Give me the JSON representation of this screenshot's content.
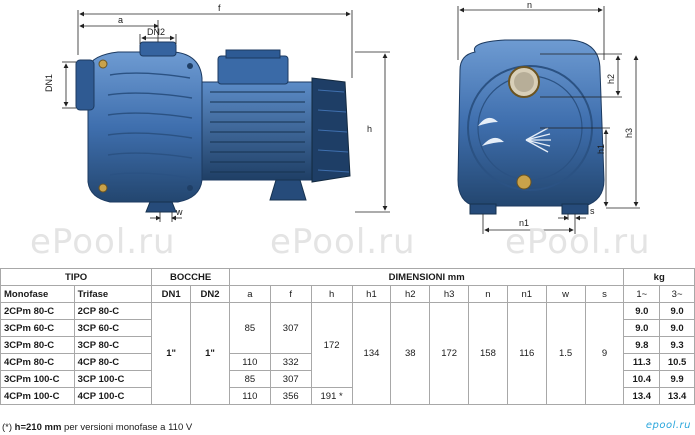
{
  "watermarks": [
    "ePool.ru",
    "ePool.ru",
    "ePool.ru"
  ],
  "dimension_labels": {
    "f": "f",
    "a": "a",
    "dn2": "DN2",
    "dn1": "DN1",
    "h": "h",
    "w": "w",
    "n": "n",
    "h2": "h2",
    "h3": "h3",
    "h1": "h1",
    "s": "s",
    "n1": "n1"
  },
  "table": {
    "group_headers": {
      "tipo": "TIPO",
      "bocche": "BOCCHE",
      "dimensioni": "DIMENSIONI mm",
      "kg": "kg"
    },
    "sub_headers": {
      "monofase": "Monofase",
      "trifase": "Trifase",
      "dn1": "DN1",
      "dn2": "DN2",
      "a": "a",
      "f": "f",
      "h": "h",
      "h1": "h1",
      "h2": "h2",
      "h3": "h3",
      "n": "n",
      "n1": "n1",
      "w": "w",
      "s": "s",
      "kg1": "1~",
      "kg3": "3~"
    },
    "rows": [
      {
        "mono": "2CPm 80-C",
        "tri": "2CP 80-C",
        "kg1": "9.0",
        "kg3": "9.0"
      },
      {
        "mono": "3CPm 60-C",
        "tri": "3CP 60-C",
        "kg1": "9.0",
        "kg3": "9.0"
      },
      {
        "mono": "3CPm 80-C",
        "tri": "3CP 80-C",
        "kg1": "9.8",
        "kg3": "9.3"
      },
      {
        "mono": "4CPm 80-C",
        "tri": "4CP 80-C",
        "kg1": "11.3",
        "kg3": "10.5"
      },
      {
        "mono": "3CPm 100-C",
        "tri": "3CP 100-C",
        "kg1": "10.4",
        "kg3": "9.9"
      },
      {
        "mono": "4CPm 100-C",
        "tri": "4CP 100-C",
        "kg1": "13.4",
        "kg3": "13.4"
      }
    ],
    "merged": {
      "dn1": "1\"",
      "dn2": "1\"",
      "a_1": "85",
      "f_1": "307",
      "a_2": "110",
      "f_2": "332",
      "a_3": "85",
      "f_3": "307",
      "a_4": "110",
      "f_4": "356",
      "h_main": "172",
      "h_last": "191 *",
      "h1": "134",
      "h2": "38",
      "h3": "172",
      "n": "158",
      "n1": "116",
      "w": "1.5",
      "s": "9"
    }
  },
  "footnote": {
    "prefix": "(*) ",
    "bold": "h=210 mm",
    "rest": " per versioni monofase a 110 V"
  },
  "brand": "epool.ru",
  "colors": {
    "pump_blue": "#3f6fae",
    "pump_dark": "#23466f",
    "grid": "#a8a8a8"
  }
}
